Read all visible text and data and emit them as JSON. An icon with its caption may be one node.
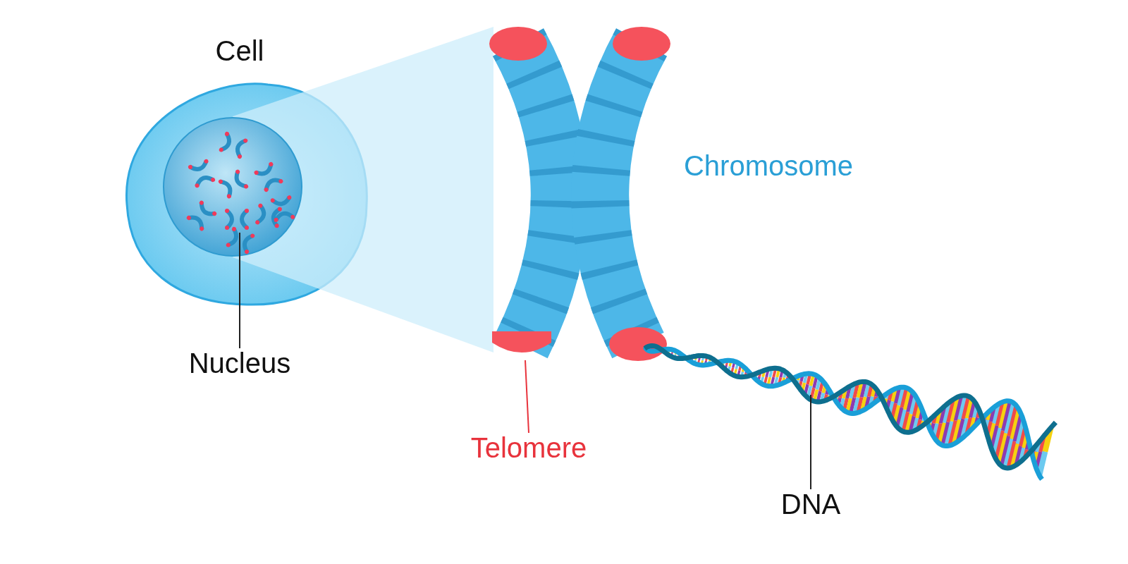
{
  "diagram": {
    "nodes": [
      {
        "text": [
          "Nucleus"
        ]
      },
      {
        "text": [],
        "shape": "picture"
      },
      {
        "text": [
          "Telomere"
        ]
      },
      {
        "text": [],
        "shape": "picture"
      },
      {
        "text": [
          "DNA"
        ]
      },
      {
        "text": [],
        "shape": "picture"
      }
    ],
    "edges": [
      {
        "from": 0,
        "to": 1,
        "arrow": "none"
      },
      {
        "from": 2,
        "to": 3,
        "arrow": "none",
        "color": "#e8333c"
      },
      {
        "from": 4,
        "to": 5,
        "arrow": "none"
      }
    ],
    "labels": [
      "Cell",
      "Chromosome"
    ]
  }
}
